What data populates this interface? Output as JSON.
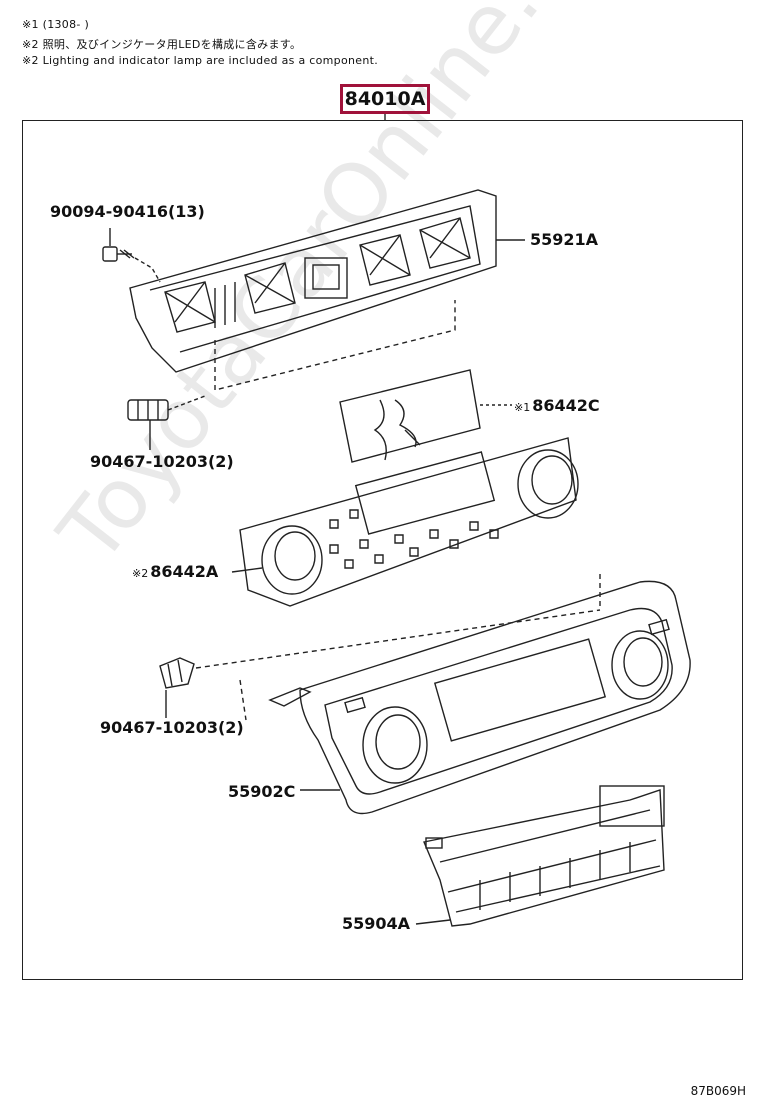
{
  "notes": {
    "note1": "※1 (1308-      )",
    "note2": "※2 照明、及びインジケータ用LEDを構成に含みます。",
    "note3": "※2 Lighting and indicator lamp are included as a component."
  },
  "assembly": {
    "part": "84010A"
  },
  "parts": {
    "screw": {
      "number": "90094-90416(13)"
    },
    "bracket": {
      "number": "55921A"
    },
    "sub_board": {
      "mark": "※1",
      "number": "86442C"
    },
    "clip_upper": {
      "number": "90467-10203(2)"
    },
    "control_board": {
      "mark": "※2",
      "number": "86442A"
    },
    "clip_lower": {
      "number": "90467-10203(2)"
    },
    "panel": {
      "number": "55902C"
    },
    "switch_base": {
      "number": "55904A"
    }
  },
  "watermark": "ToyotaCarOnline.ru",
  "diagram_code": "87B069H",
  "colors": {
    "line": "#222222",
    "highlight": "#a0123a",
    "watermark": "#e9e9e9"
  }
}
